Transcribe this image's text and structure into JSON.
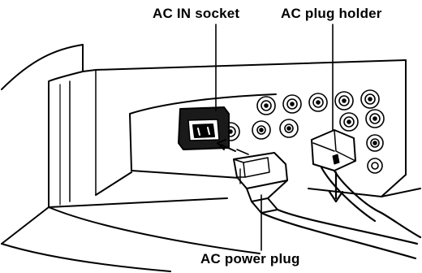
{
  "labels": {
    "ac_in_socket": "AC IN socket",
    "ac_plug_holder": "AC plug holder",
    "ac_power_plug": "AC power plug"
  },
  "colors": {
    "line": "#000000",
    "background": "#ffffff"
  }
}
